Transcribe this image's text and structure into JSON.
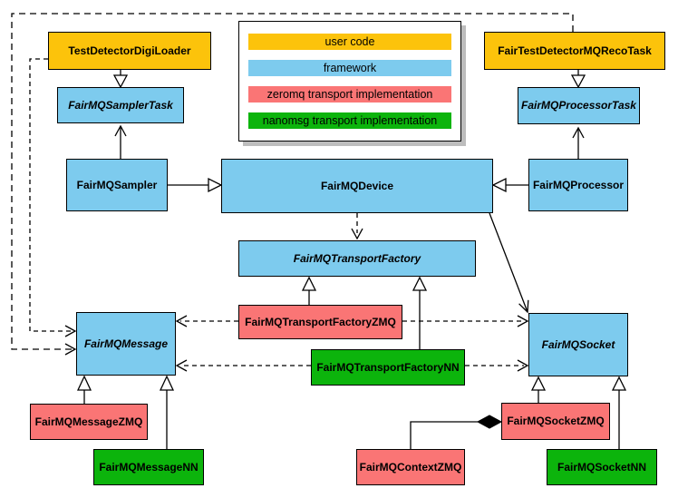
{
  "colors": {
    "user_code": "#FCC30B",
    "framework": "#7DCBEE",
    "zeromq": "#FA7575",
    "nanomsg": "#0CB40C",
    "edge": "#000000",
    "legend_shadow": "#BDBDBD"
  },
  "legend": {
    "items": [
      {
        "label": "user code",
        "category": "user_code"
      },
      {
        "label": "framework",
        "category": "framework"
      },
      {
        "label": "zeromq transport implementation",
        "category": "zeromq"
      },
      {
        "label": "nanomsg transport implementation",
        "category": "nanomsg"
      }
    ]
  },
  "nodes": {
    "test_detector_digi_loader": {
      "label": "TestDetectorDigiLoader",
      "category": "user_code",
      "abstract": false
    },
    "fair_test_detector_mq_reco_task": {
      "label": "FairTestDetectorMQRecoTask",
      "category": "user_code",
      "abstract": false
    },
    "fairmq_sampler_task": {
      "label": "FairMQSamplerTask",
      "category": "framework",
      "abstract": true
    },
    "fairmq_processor_task": {
      "label": "FairMQProcessorTask",
      "category": "framework",
      "abstract": true
    },
    "fairmq_sampler": {
      "label": "FairMQSampler",
      "category": "framework",
      "abstract": false
    },
    "fairmq_device": {
      "label": "FairMQDevice",
      "category": "framework",
      "abstract": false
    },
    "fairmq_processor": {
      "label": "FairMQProcessor",
      "category": "framework",
      "abstract": false
    },
    "fairmq_transport_factory": {
      "label": "FairMQTransportFactory",
      "category": "framework",
      "abstract": true
    },
    "fairmq_transport_factory_zmq": {
      "label": "FairMQTransportFactoryZMQ",
      "category": "zeromq",
      "abstract": false
    },
    "fairmq_transport_factory_nn": {
      "label": "FairMQTransportFactoryNN",
      "category": "nanomsg",
      "abstract": false
    },
    "fairmq_message": {
      "label": "FairMQMessage",
      "category": "framework",
      "abstract": true
    },
    "fairmq_socket": {
      "label": "FairMQSocket",
      "category": "framework",
      "abstract": true
    },
    "fairmq_message_zmq": {
      "label": "FairMQMessageZMQ",
      "category": "zeromq",
      "abstract": false
    },
    "fairmq_message_nn": {
      "label": "FairMQMessageNN",
      "category": "nanomsg",
      "abstract": false
    },
    "fairmq_context_zmq": {
      "label": "FairMQContextZMQ",
      "category": "zeromq",
      "abstract": false
    },
    "fairmq_socket_zmq": {
      "label": "FairMQSocketZMQ",
      "category": "zeromq",
      "abstract": false
    },
    "fairmq_socket_nn": {
      "label": "FairMQSocketNN",
      "category": "nanomsg",
      "abstract": false
    }
  },
  "edges": [
    {
      "from": "TestDetectorDigiLoader",
      "to": "FairMQSamplerTask",
      "relation": "inheritance"
    },
    {
      "from": "FairTestDetectorMQRecoTask",
      "to": "FairMQProcessorTask",
      "relation": "inheritance"
    },
    {
      "from": "FairMQSampler",
      "to": "FairMQSamplerTask",
      "relation": "association"
    },
    {
      "from": "FairMQProcessor",
      "to": "FairMQProcessorTask",
      "relation": "association"
    },
    {
      "from": "FairMQSampler",
      "to": "FairMQDevice",
      "relation": "inheritance"
    },
    {
      "from": "FairMQProcessor",
      "to": "FairMQDevice",
      "relation": "inheritance"
    },
    {
      "from": "FairMQDevice",
      "to": "FairMQTransportFactory",
      "relation": "dependency"
    },
    {
      "from": "FairMQDevice",
      "to": "FairMQSocket",
      "relation": "association"
    },
    {
      "from": "FairMQTransportFactoryZMQ",
      "to": "FairMQTransportFactory",
      "relation": "inheritance"
    },
    {
      "from": "FairMQTransportFactoryNN",
      "to": "FairMQTransportFactory",
      "relation": "inheritance"
    },
    {
      "from": "FairMQTransportFactoryZMQ",
      "to": "FairMQMessage",
      "relation": "dependency"
    },
    {
      "from": "FairMQTransportFactoryZMQ",
      "to": "FairMQSocket",
      "relation": "dependency"
    },
    {
      "from": "FairMQTransportFactoryNN",
      "to": "FairMQMessage",
      "relation": "dependency"
    },
    {
      "from": "FairMQTransportFactoryNN",
      "to": "FairMQSocket",
      "relation": "dependency"
    },
    {
      "from": "TestDetectorDigiLoader",
      "to": "FairMQMessage",
      "relation": "dependency"
    },
    {
      "from": "FairTestDetectorMQRecoTask",
      "to": "FairMQMessage",
      "relation": "dependency"
    },
    {
      "from": "FairMQMessageZMQ",
      "to": "FairMQMessage",
      "relation": "inheritance"
    },
    {
      "from": "FairMQMessageNN",
      "to": "FairMQMessage",
      "relation": "inheritance"
    },
    {
      "from": "FairMQSocketZMQ",
      "to": "FairMQSocket",
      "relation": "inheritance"
    },
    {
      "from": "FairMQSocketNN",
      "to": "FairMQSocket",
      "relation": "inheritance"
    },
    {
      "from": "FairMQSocketZMQ",
      "to": "FairMQContextZMQ",
      "relation": "composition"
    }
  ]
}
